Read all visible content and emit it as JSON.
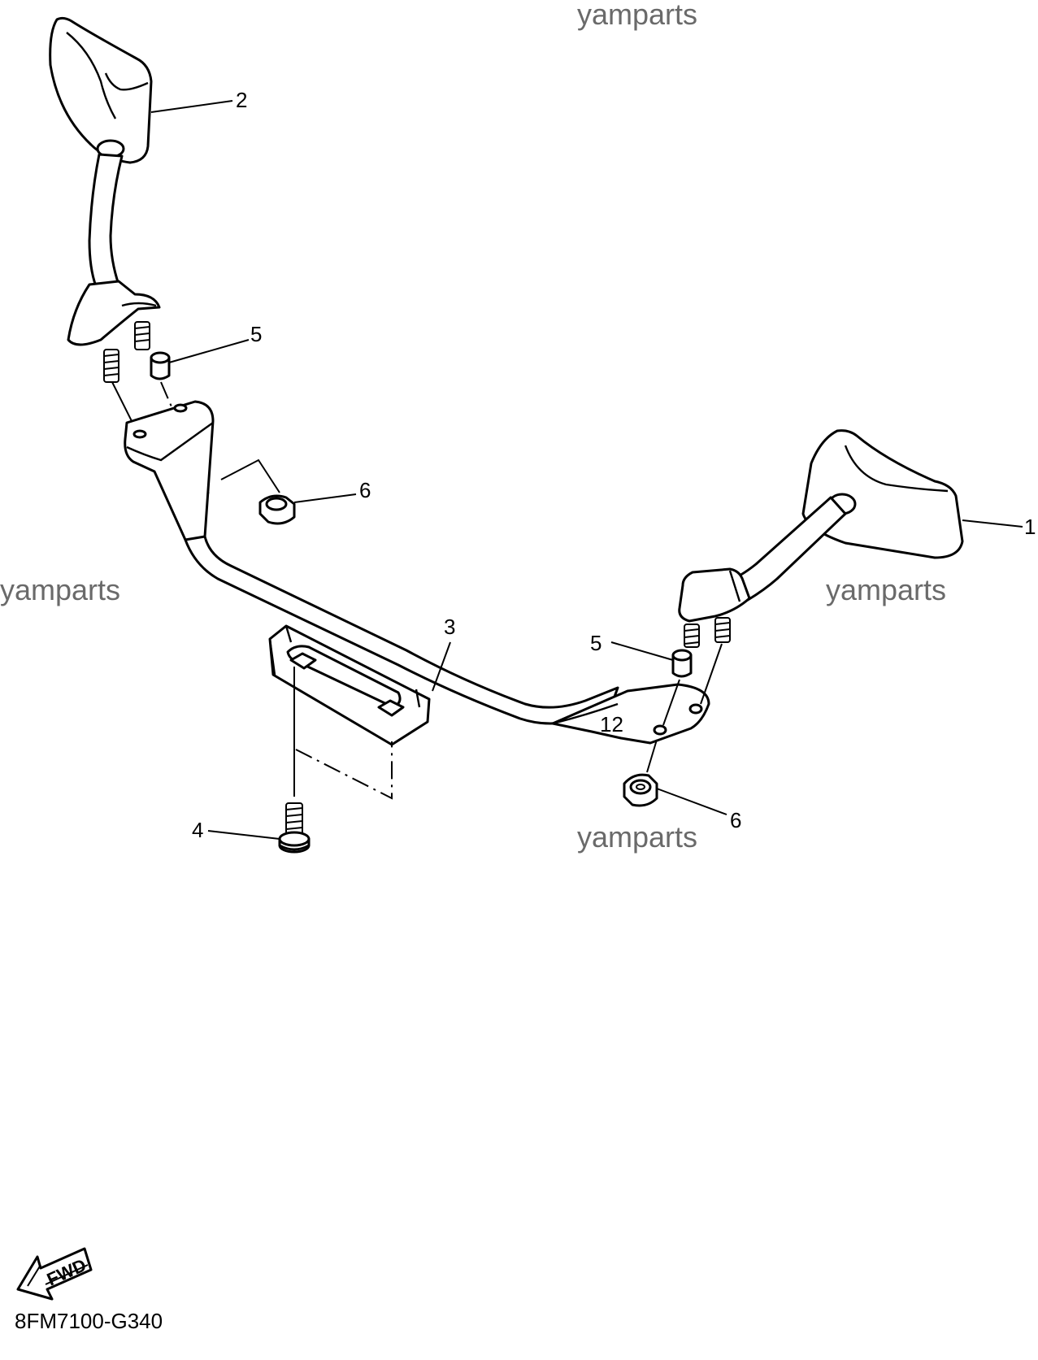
{
  "watermarks": [
    "yamparts",
    "yamparts",
    "yamparts",
    "yamparts"
  ],
  "callouts": [
    "1",
    "2",
    "3",
    "4",
    "5",
    "5",
    "6",
    "6",
    "12"
  ],
  "direction_indicator": "FWD",
  "diagram_code": "8FM7100-G340"
}
